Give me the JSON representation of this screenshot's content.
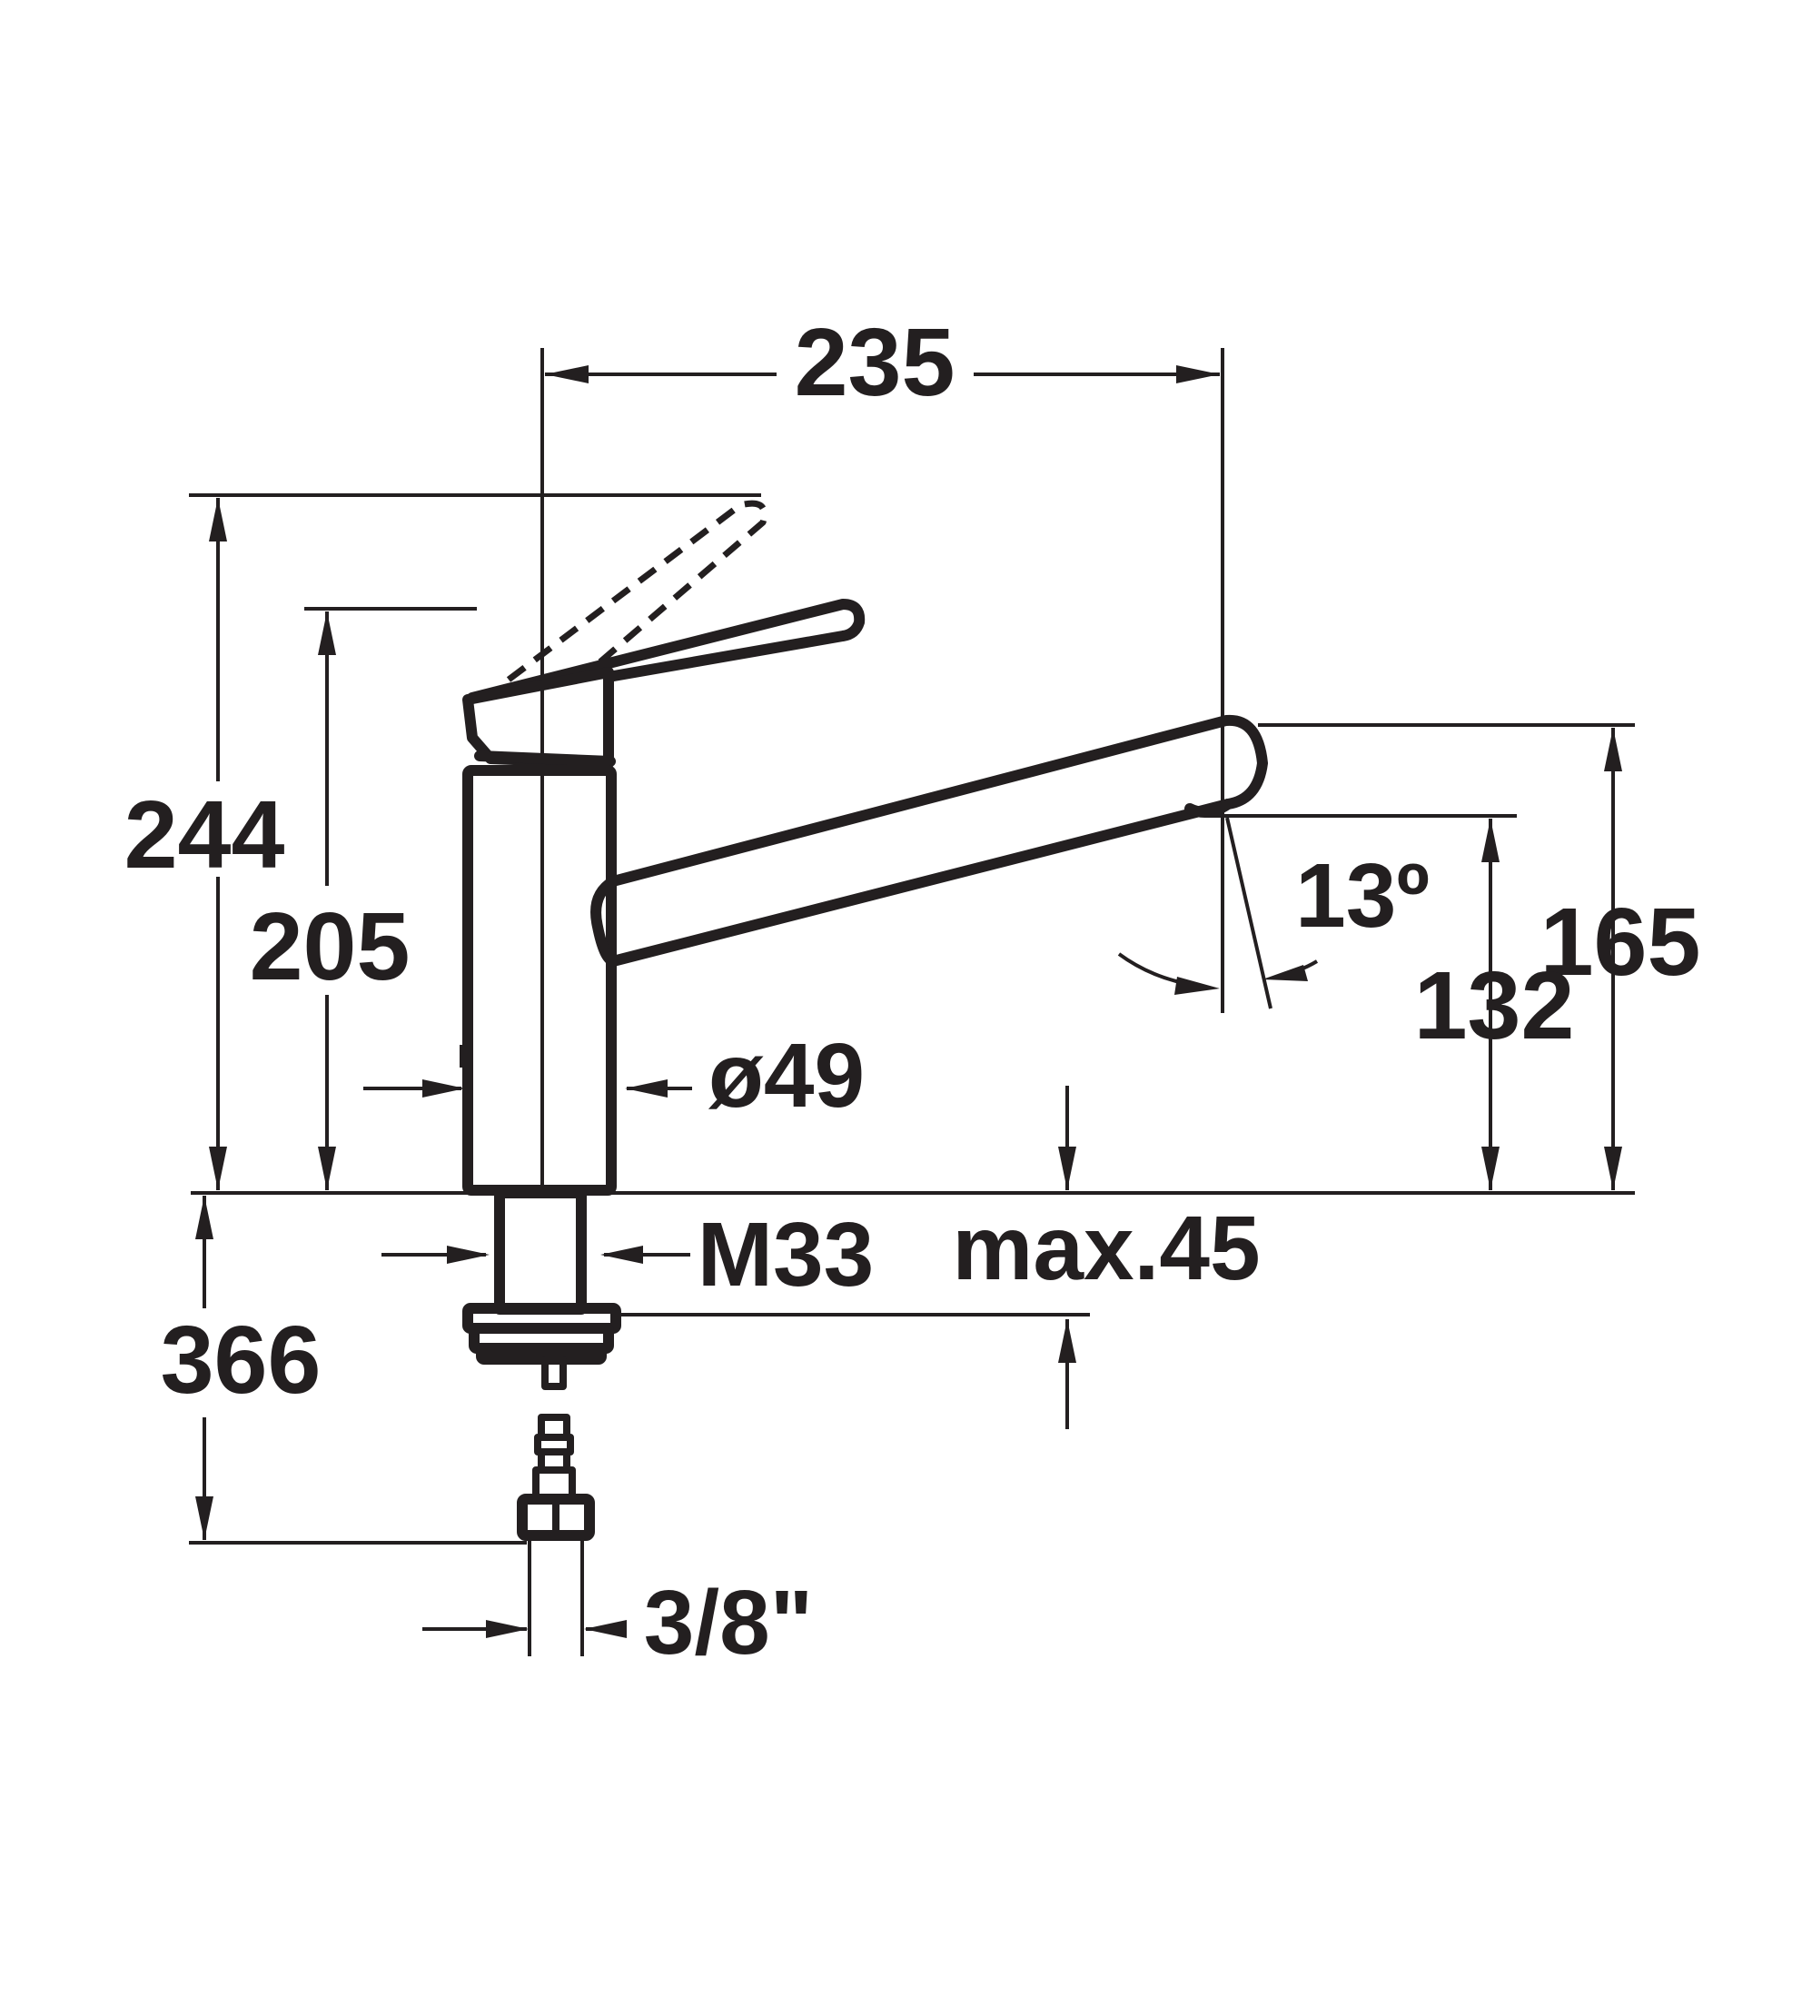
{
  "colors": {
    "line": "#231f20",
    "background": "#ffffff"
  },
  "dimensions": {
    "spout_reach": "235",
    "lever_height_raised": "244",
    "body_height": "205",
    "body_diameter": "ø49",
    "spout_height": "165",
    "outlet_height": "132",
    "spout_angle": "13º",
    "thread": "M33",
    "max_worktop": "max.45",
    "hose_length": "366",
    "connection": "3/8\""
  }
}
